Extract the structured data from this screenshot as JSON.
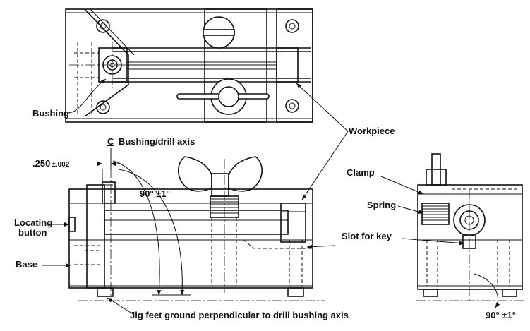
{
  "labels": {
    "bushing": "Bushing",
    "workpiece": "Workpiece",
    "bushing_drill_axis": "Bushing/drill axis",
    "centerline_symbol": "C",
    "dim_250_main": ".250",
    "dim_250_tol": "±.002",
    "angle_main": "90° ±1°",
    "clamp": "Clamp",
    "spring": "Spring",
    "locating_button_line1": "Locating",
    "locating_button_line2": "button",
    "slot_for_key": "Slot for key",
    "base": "Base",
    "jig_feet_note": "Jig feet ground perpendicular to drill bushing axis",
    "angle_side": "90° ±1°"
  }
}
